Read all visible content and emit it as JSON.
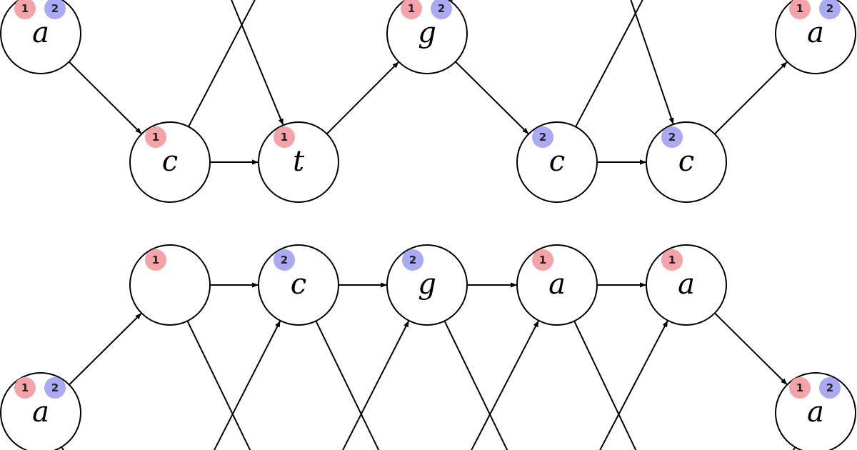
{
  "colors": {
    "red_badge": "#f4a3a8",
    "blue_badge": "#aaaaf4",
    "stroke": "#000000",
    "background": "#ffffff"
  },
  "diagrams": [
    {
      "nodes": [
        {
          "id": "A",
          "label": "a",
          "badges": [
            "1",
            "2"
          ]
        },
        {
          "id": "C1",
          "label": "c",
          "badges": [
            "1"
          ]
        },
        {
          "id": "T",
          "label": "t",
          "badges": [
            "1"
          ]
        },
        {
          "id": "G",
          "label": "g",
          "badges": [
            "1",
            "2"
          ]
        },
        {
          "id": "C2",
          "label": "c",
          "badges": [
            "2"
          ]
        },
        {
          "id": "C3",
          "label": "c",
          "badges": [
            "2"
          ]
        },
        {
          "id": "A2",
          "label": "a",
          "badges": [
            "1",
            "2"
          ]
        }
      ]
    },
    {
      "nodes": [
        {
          "id": "U1",
          "label": "",
          "badges": [
            "1"
          ]
        },
        {
          "id": "U2",
          "label": "c",
          "badges": [
            "2"
          ]
        },
        {
          "id": "U3",
          "label": "g",
          "badges": [
            "2"
          ]
        },
        {
          "id": "U4",
          "label": "a",
          "badges": [
            "1"
          ]
        },
        {
          "id": "U5",
          "label": "a",
          "badges": [
            "1"
          ]
        },
        {
          "id": "L",
          "label": "a",
          "badges": [
            "1",
            "2"
          ]
        },
        {
          "id": "R",
          "label": "a",
          "badges": [
            "1",
            "2"
          ]
        }
      ]
    }
  ]
}
